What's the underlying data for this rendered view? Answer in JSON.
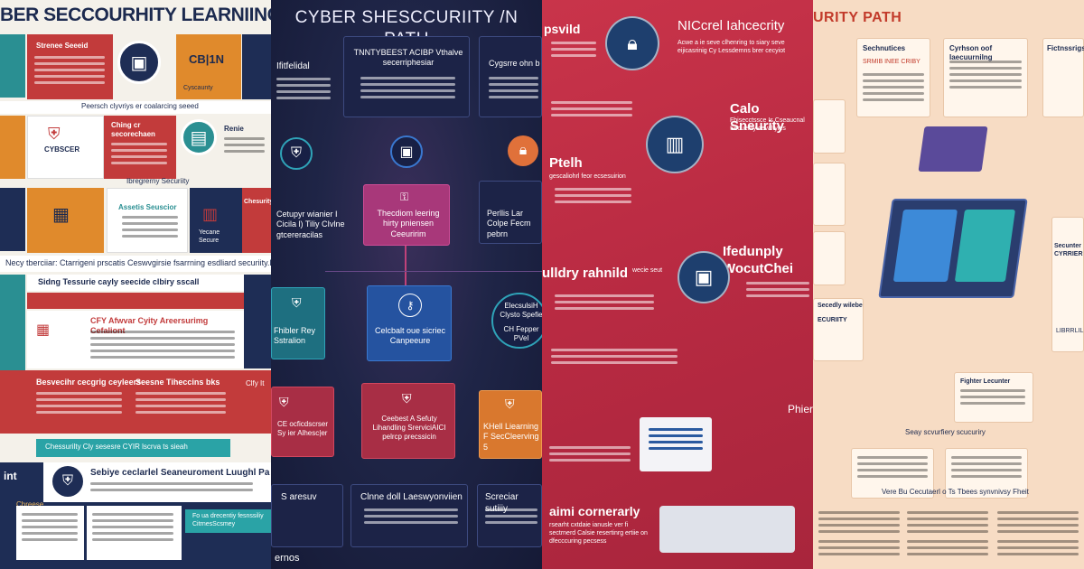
{
  "panels": {
    "p1": {
      "title": "BER SECCOURHITY LEARNIING PAT",
      "blocks": [
        "Strenee Seeeid",
        "CB|1N",
        "Cyscaunty",
        "Peersch clyvriys er coalarcing seeed",
        "Ching cr secorechaen",
        "CYBSCER",
        "Renie",
        "Ibregrerny Securiity",
        "Assetis Seuscior",
        "Chesurity",
        "Yecane Secure"
      ],
      "banner": "Necy tberciiar: Ctarrigeni prscatis Ceswvgirsie fsarrning esdliard securiity.Lsecurblier",
      "mid_heading": "Sidng Tessurie cayly seecide clbiry sscall",
      "mid_sub": "CFY Afwvar Cyity Areersurimg Cefaliont",
      "row_left": "Besvecihr cecgrig ceyleers",
      "row_right": "Seesne Tiheccins bks",
      "row_right_tag": "Clfy It",
      "teal_bar": "Chessurilty Cly sesesre CYIR lscrva ts sieah",
      "bottom_head": "Sebiye ceclarlel Seaneuroment Luughl Pa",
      "bottom_left": "int",
      "bottom_left2": "Chreese",
      "bottom_banner": "Fo ua drecentiy fesnssiliy CitrnesScsmey",
      "icon_labels": [
        "monitor-icon",
        "lock-icon",
        "chip-icon",
        "server-icon"
      ]
    },
    "p2": {
      "title": "CYBER SHESCCURIITY /N PATH",
      "left_label": "Ifitfelidal",
      "top_box": "TNNTYBEEST ACIBP Vthalve secerriphesiar",
      "right_label": "Cygsrre ohn b",
      "mid_left": "Cetupyr wianier I Cicila l) Tiliy CIvlne gtcereracilas",
      "center_box": "Thecdiom leering hirty pniensen Ceeuririm",
      "right_box": "Perllis Lar Colpe Fecm pebrn",
      "row2_left": "Fhibler Rey Sstralion",
      "row2_center": "Celcbalt oue sicriec Canpeeure",
      "row2_right": "CH Fepper PVel",
      "row2_right_top": "ElecsulsiH Clysto Spefie",
      "row3_left": "CE ocficdscrser Sy ier Alhesc|er",
      "row3_center": "Ceebest A Sefuty Lihandling SrerviciAICI pelrcp precssicin",
      "row3_right": "KHell Liearning F SecCleerving 5",
      "bottom_left": "S aresuv",
      "bottom_center": "Clnne doll Laeswyonviien",
      "bottom_right": "Screciar sutiiiy",
      "footer": "ernos"
    },
    "p3": {
      "top_left": "psvild",
      "top_right": "NICcrel Iahcecrity",
      "top_right_sub": "Acwe a ie seve clhenring to siary seve eijicasrinig Cy Lessdemns brer cecyiot",
      "mid_right": "Calo Sneurity",
      "mid_right_sub": "Fbisecctssce Is Cseaucnal Secuerity cevaltyies",
      "path_head": "Ptelh",
      "path_sub": "gescaliohrl feor ecsesuirion",
      "mid_head": "Ifedunply WocutChei",
      "mid_left": "ulldry rahnild",
      "mid_left_tag": "wecie seut",
      "bottom_head": "aimi cornerarly",
      "bottom_sub": "rsearht cxtdaie ianusle ver fi sectrnerd Calsie resertinrg ertiie on dfecccuring pecsess",
      "right_tag": "Phier"
    },
    "p4": {
      "title": "URITY PATH",
      "cards": [
        "Sechnutices",
        "SRMIB INEE CRIBY",
        "Cyrhson oof Iaecuurnilng",
        "Fictnssrigs",
        "Secunter CYRRIER",
        "LIBRRLIL",
        "Secedly wilebe",
        "ECURIITY",
        "Fighter Lecunter",
        "Seay scvurfiery scucuriry",
        "Vere Bu Cecutaerl o Ts Tbees synvnivsy Fheit"
      ]
    }
  }
}
